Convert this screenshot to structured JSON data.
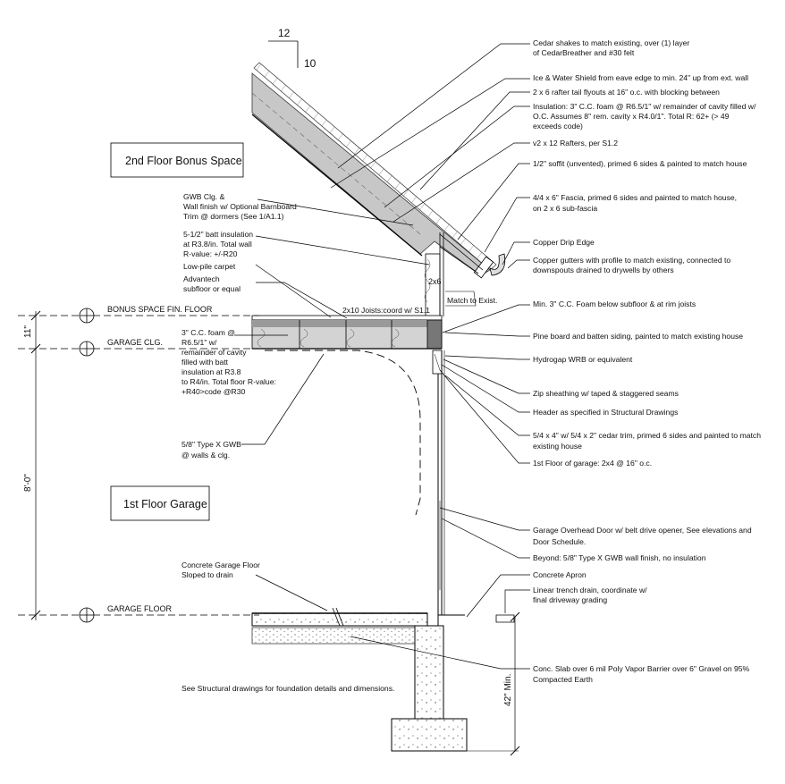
{
  "pitch": {
    "rise": "12",
    "run": "10"
  },
  "rooms": {
    "upper": "2nd Floor Bonus Space",
    "lower": "1st Floor Garage"
  },
  "levels": {
    "bonus_floor": "BONUS SPACE FIN. FLOOR",
    "garage_ceiling": "GARAGE CLG.",
    "garage_floor": "GARAGE FLOOR"
  },
  "dimensions": {
    "floor_depth": "11\"",
    "garage_height": "8'-0\"",
    "footing_depth": "42\" Min."
  },
  "inline_labels": {
    "joists": "2x10 Joists:coord w/ S1.1",
    "stud": "2x6",
    "match": "Match to Exist."
  },
  "notes_right": [
    [
      "Cedar shakes to match existing, over (1) layer",
      "of CedarBreather and #30 felt"
    ],
    [
      "Ice & Water Shield from eave edge to min. 24\" up from ext. wall"
    ],
    [
      "2 x 6 rafter tail flyouts at 16\" o.c. with blocking between"
    ],
    [
      "Insulation: 3\" C.C. foam @ R6.5/1\" w/ remainder of cavity filled w/",
      "O.C. Assumes 8\" rem. cavity x R4.0/1\". Total R: 62+ (> 49",
      "exceeds code)"
    ],
    [
      "v2 x 12 Rafters, per S1.2"
    ],
    [
      "1/2\" soffit (unvented), primed 6 sides & painted to match house"
    ],
    [
      "4/4 x 6\" Fascia, primed 6 sides and painted to match house,",
      "on 2 x 6 sub-fascia"
    ],
    [
      "Copper Drip Edge"
    ],
    [
      "Copper gutters with profile to match existing, connected to",
      "downspouts drained to drywells by others"
    ],
    [
      "Min. 3\" C.C. Foam below subfloor & at rim joists"
    ],
    [
      "Pine board and batten siding, painted to match existing house"
    ],
    [
      "Hydrogap WRB or equivalent"
    ],
    [
      "Zip sheathing w/ taped & staggered seams"
    ],
    [
      "Header as specified in Structural Drawings"
    ],
    [
      "5/4 x 4\" w/ 5/4 x 2\" cedar trim, primed 6 sides and painted to match",
      "existing house"
    ],
    [
      "1st Floor of garage: 2x4 @ 16\" o.c."
    ],
    [
      "Garage Overhead Door w/ belt drive opener, See elevations and",
      "Door Schedule."
    ],
    [
      "Beyond: 5/8\" Type X GWB wall finish, no insulation"
    ],
    [
      "Concrete Apron"
    ],
    [
      "Linear trench drain, coordinate w/",
      "final driveway grading"
    ],
    [
      "Conc. Slab over 6 mil Poly Vapor Barrier over 6\" Gravel on 95%",
      "Compacted Earth"
    ]
  ],
  "notes_left": [
    [
      "GWB Clg. &",
      "Wall finish w/ Optional Barnboard",
      "Trim @ dormers (See 1/A1.1)"
    ],
    [
      "5-1/2\" batt insulation",
      "at R3.8/in. Total wall",
      "R-value: +/-R20"
    ],
    [
      "Low-pile carpet"
    ],
    [
      "Advantech",
      "subfloor or equal"
    ],
    [
      "3\" C.C. foam @",
      "R6.5/1\" w/",
      "remainder of cavity",
      "filled with batt",
      "insulation at R3.8",
      "to R4/in. Total floor R-value:",
      "+R40>code @R30"
    ],
    [
      "5/8\" Type X GWB",
      "@ walls & clg."
    ],
    [
      "Concrete Garage Floor",
      "Sloped to drain"
    ]
  ],
  "footer_note": "See Structural drawings for foundation details and dimensions."
}
